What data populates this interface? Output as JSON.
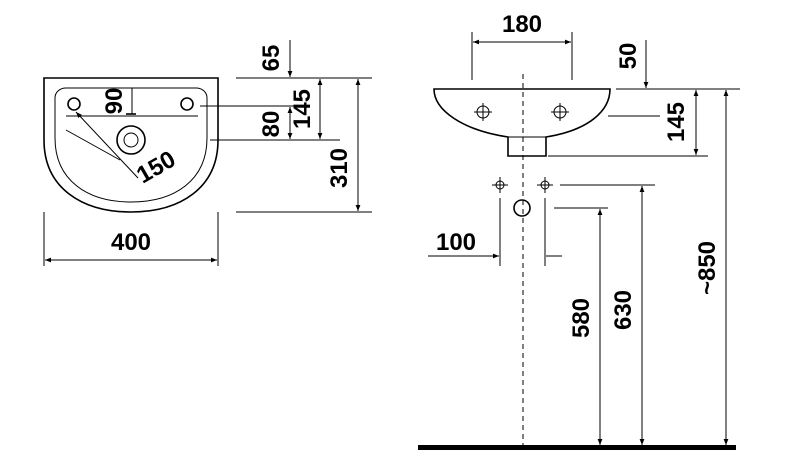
{
  "top_view": {
    "dims": {
      "width": "400",
      "tap_hole_radius": "150",
      "rim_to_tap": "90",
      "tap_to_drain": "80",
      "rear_to_rim": "65",
      "rear_to_drain": "145",
      "depth": "310"
    }
  },
  "side_view": {
    "dims": {
      "outlet_width": "180",
      "rim_thickness": "50",
      "bowl_height": "145",
      "pipe_spacing": "100",
      "drain_height": "580",
      "supply_height": "630",
      "rim_height": "~850"
    }
  }
}
